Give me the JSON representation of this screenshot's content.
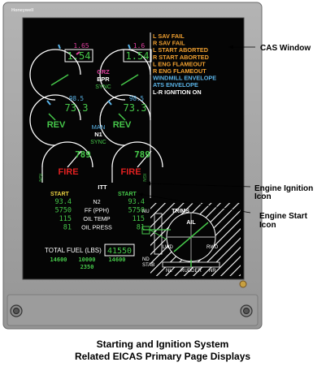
{
  "brand": "Honeywell",
  "epr": {
    "left_target": "1.65",
    "right_target": "1.6",
    "left_value": "1.54",
    "right_value": "1.54",
    "mode": "CRZ",
    "label": "EPR",
    "sync": "SYNC"
  },
  "n1": {
    "left_target": "98.5",
    "right_target": "98.5",
    "left_value": "73.3",
    "right_value": "73.3",
    "left_rev": "REV",
    "right_rev": "REV",
    "mode": "MAN",
    "label": "N1",
    "sync": "SYNC"
  },
  "itt": {
    "left_value": "789",
    "right_value": "789",
    "left_fire": "FIRE",
    "right_fire": "FIRE",
    "label": "ITT",
    "ign_left": "IGN",
    "ign_right": "IGN"
  },
  "cas": {
    "messages": [
      {
        "text": "L SAV FAIL",
        "color": "#f0a030"
      },
      {
        "text": "R SAV FAIL",
        "color": "#f0a030"
      },
      {
        "text": "L START ABORTED",
        "color": "#f0a030"
      },
      {
        "text": "R START ABORTED",
        "color": "#f0a030"
      },
      {
        "text": "L ENG FLAMEOUT",
        "color": "#f0a030"
      },
      {
        "text": "R ENG FLAMEOUT",
        "color": "#f0a030"
      },
      {
        "text": "WINDMILL ENVELOPE",
        "color": "#5ab4e8"
      },
      {
        "text": "ATS ENVELOPE",
        "color": "#5ab4e8"
      },
      {
        "text": "L-R IGNITION ON",
        "color": "#ffffff"
      }
    ]
  },
  "engine_params": {
    "start_left": "START",
    "start_right": "START",
    "rows": [
      {
        "label": "N2",
        "left": "93.4",
        "right": "93.4"
      },
      {
        "label": "FF (PPH)",
        "left": "5750",
        "right": "5750"
      },
      {
        "label": "OIL TEMP",
        "left": "115",
        "right": "115"
      },
      {
        "label": "OIL PRESS",
        "left": "81",
        "right": "81"
      }
    ]
  },
  "fuel": {
    "label": "TOTAL FUEL (LBS)",
    "total": "41550",
    "left": "14600",
    "center": "10000",
    "right": "14600",
    "bottom": "2350"
  },
  "trims": {
    "title": "TRIMS",
    "nu": "NU",
    "nd": "ND",
    "stab": "STAB",
    "ail": "AIL",
    "lwd": "LWD",
    "rwd": "RWD",
    "nl": "NL",
    "rudder": "RUDDER",
    "nr": "NR"
  },
  "callouts": {
    "cas_window": "CAS Window",
    "ignition_line1": "Engine Ignition",
    "ignition_line2": "Icon",
    "start_line1": "Engine Start",
    "start_line2": "Icon"
  },
  "caption": {
    "line1": "Starting and Ignition System",
    "line2": "Related EICAS Primary Page Displays"
  },
  "colors": {
    "bezel": "#a9a9a9",
    "screen": "#050505",
    "green": "#46c84a",
    "cyan": "#5ab4e8",
    "magenta": "#e040a0",
    "red": "#e02020",
    "amber": "#f0a030"
  }
}
